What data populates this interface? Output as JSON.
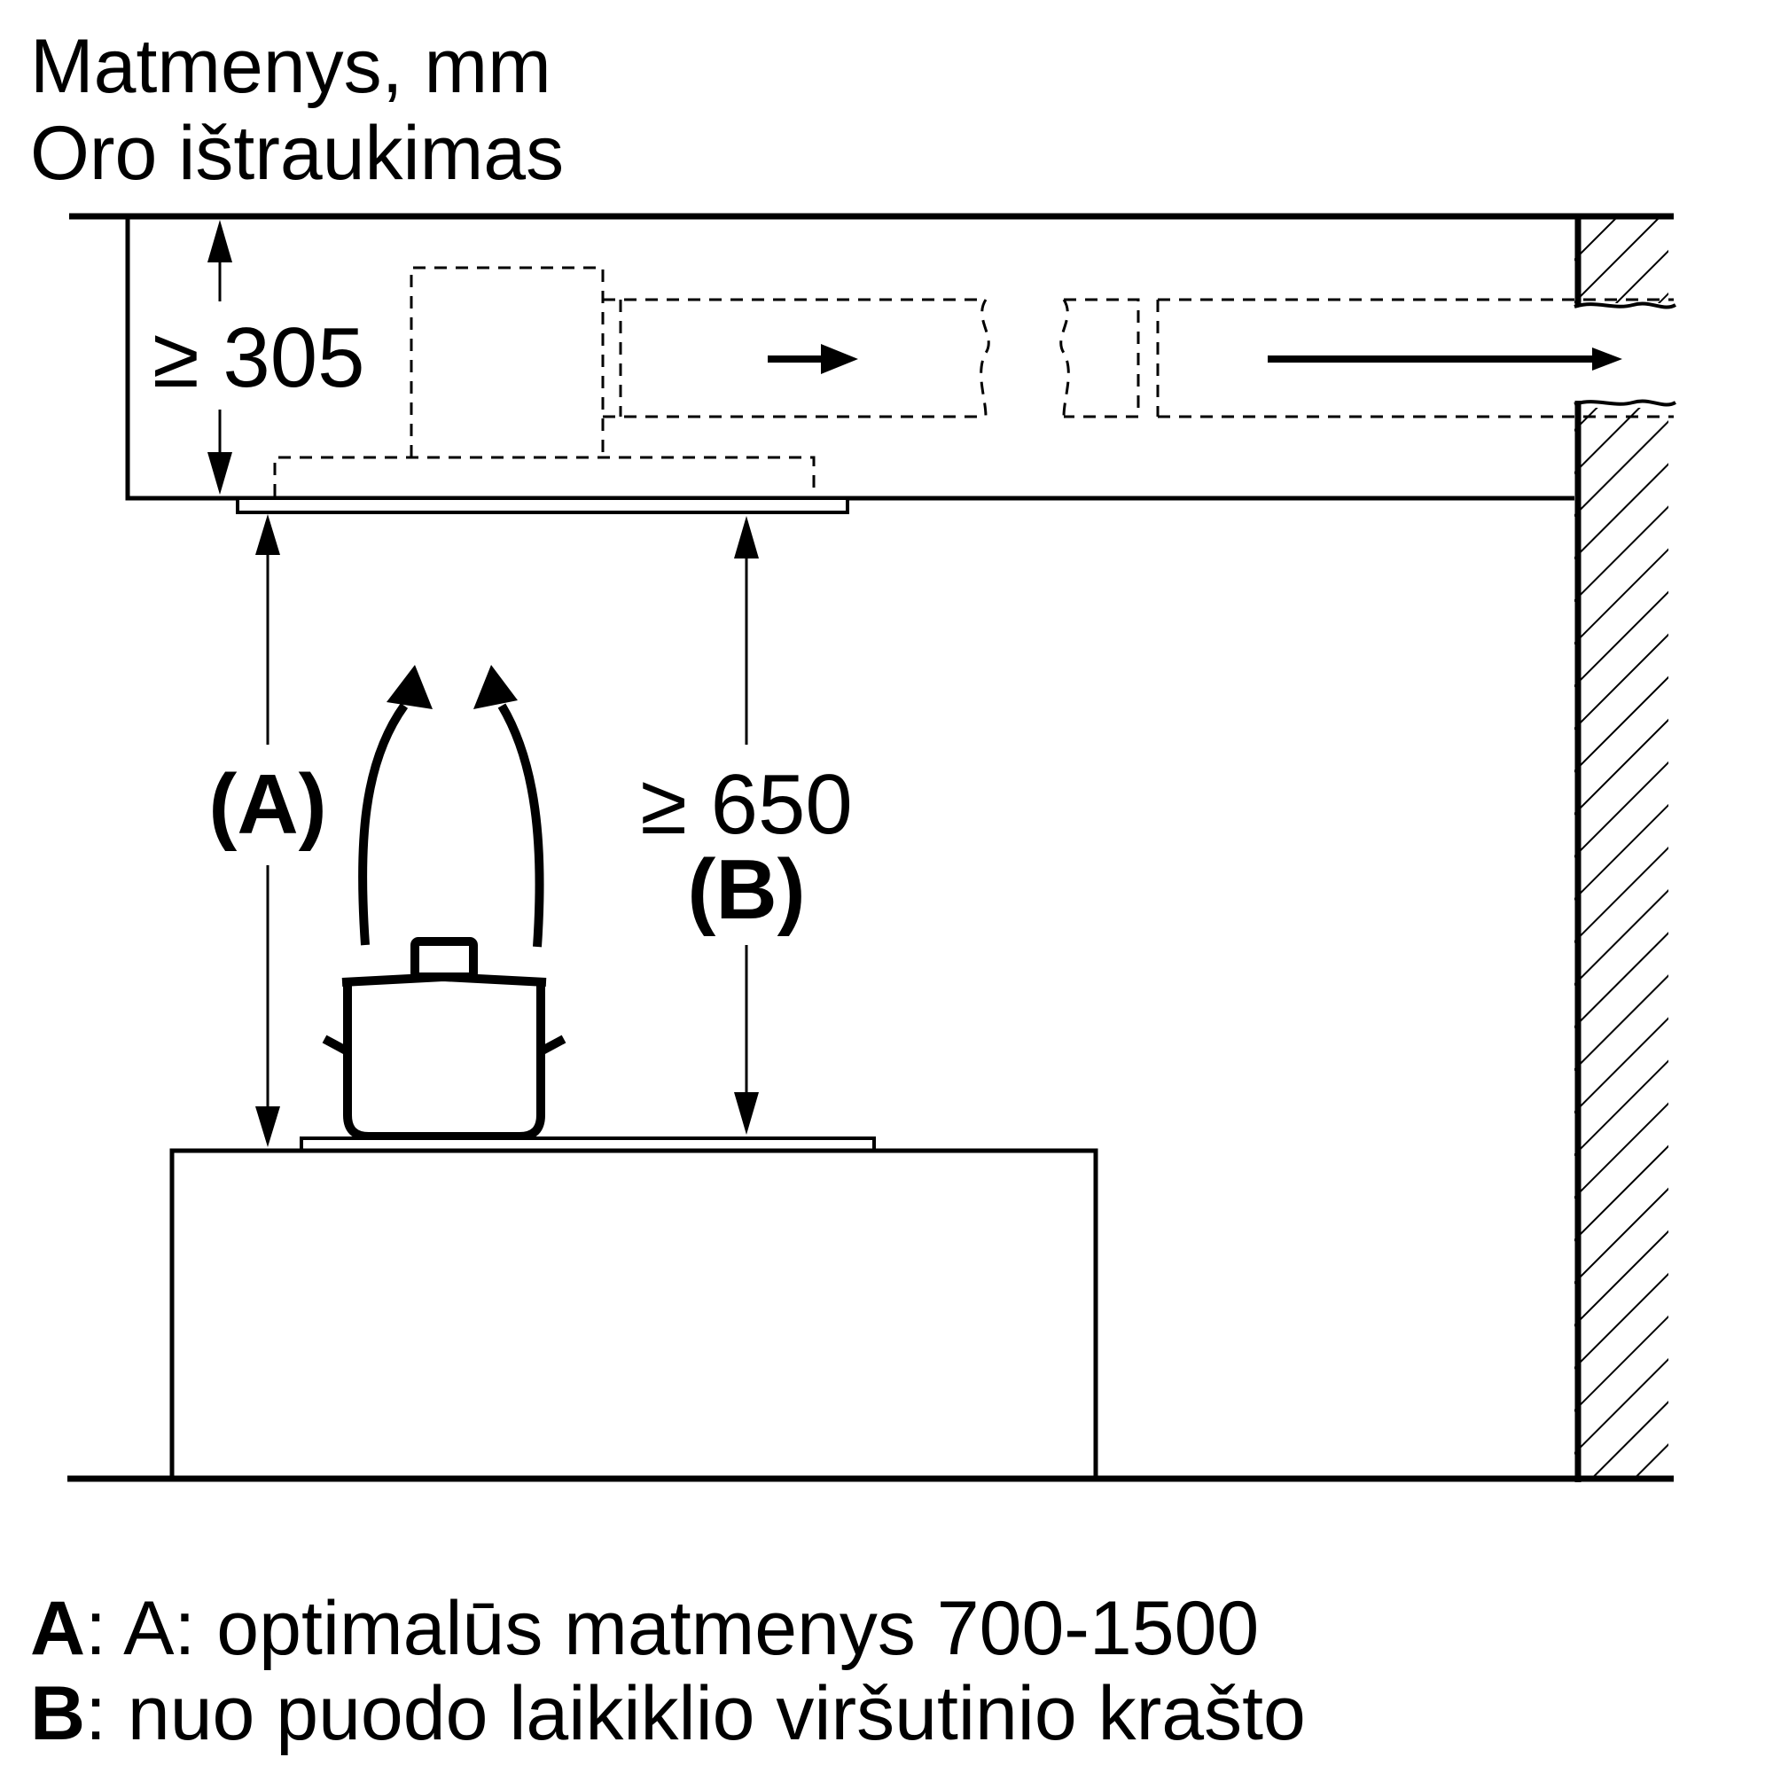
{
  "header": {
    "line1": "Matmenys, mm",
    "line2": "Oro ištraukimas"
  },
  "dimensions": {
    "top": "≥ 305",
    "a_label": "(A)",
    "b_value": "≥ 650",
    "b_label": "(B)"
  },
  "legend": [
    {
      "key": "A",
      "text": ": A: optimalūs matmenys 700-1500"
    },
    {
      "key": "B",
      "text": ": nuo puodo laikiklio viršutinio krašto"
    }
  ]
}
